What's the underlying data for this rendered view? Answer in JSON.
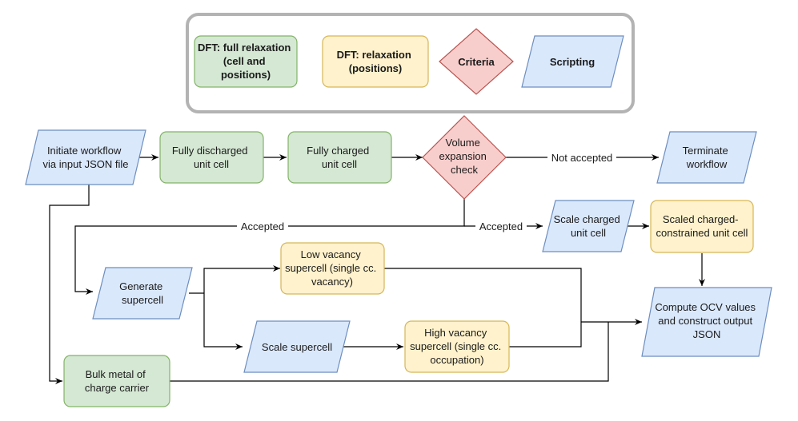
{
  "legend": {
    "full_relaxation": [
      "DFT: full relaxation",
      "(cell and",
      "positions)"
    ],
    "relaxation_positions": [
      "DFT: relaxation",
      "(positions)"
    ],
    "criteria": [
      "Criteria"
    ],
    "scripting": [
      "Scripting"
    ]
  },
  "nodes": {
    "initiate": [
      "Initiate workflow",
      "via input JSON file"
    ],
    "discharged": [
      "Fully discharged",
      "unit cell"
    ],
    "charged": [
      "Fully charged",
      "unit cell"
    ],
    "volume_check": [
      "Volume",
      "expansion",
      "check"
    ],
    "terminate": [
      "Terminate",
      "workflow"
    ],
    "scale_charged": [
      "Scale charged",
      "unit cell"
    ],
    "scaled_constrained": [
      "Scaled charged-",
      "constrained unit cell"
    ],
    "generate": [
      "Generate",
      "supercell"
    ],
    "low_vacancy": [
      "Low vacancy",
      "supercell (single cc.",
      "vacancy)"
    ],
    "scale_supercell": [
      "Scale supercell"
    ],
    "high_vacancy": [
      "High vacancy",
      "supercell (single cc.",
      "occupation)"
    ],
    "bulk_metal": [
      "Bulk metal of",
      "charge carrier"
    ],
    "compute_ocv": [
      "Compute OCV values",
      "and construct output",
      "JSON"
    ]
  },
  "edge_labels": {
    "not_accepted": "Not accepted",
    "accepted_left": "Accepted",
    "accepted_right": "Accepted"
  },
  "colors": {
    "green_fill": "#d5e8d4",
    "green_stroke": "#82b366",
    "yellow_fill": "#fff2cc",
    "yellow_stroke": "#d6b656",
    "red_fill": "#f8cecc",
    "red_stroke": "#b85450",
    "blue_fill": "#dae8fc",
    "blue_stroke": "#6c8ebf",
    "legend_frame": "#b3b3b3"
  }
}
